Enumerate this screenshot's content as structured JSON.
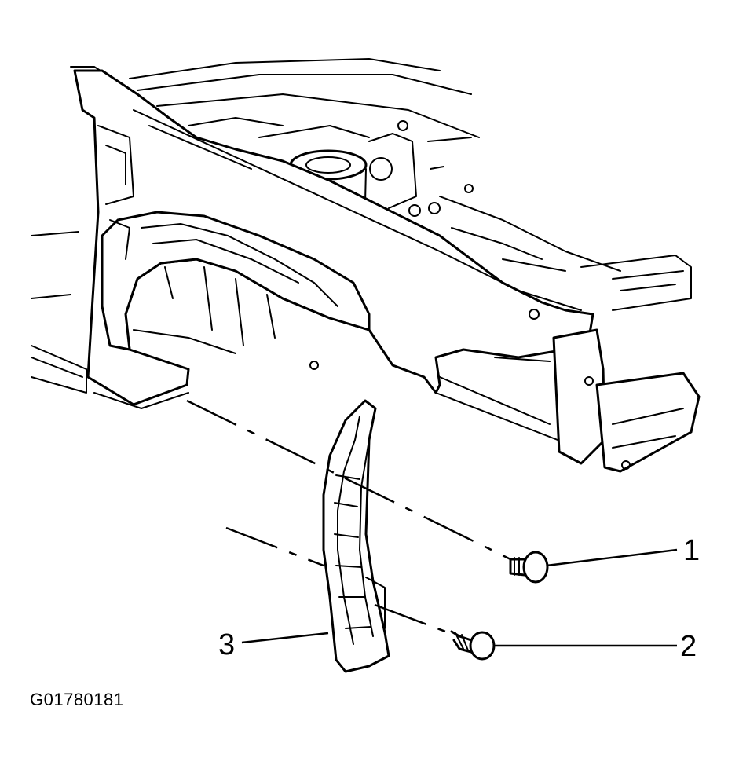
{
  "callouts": {
    "c1": "1",
    "c2": "2",
    "c3": "3"
  },
  "figure_code": "G01780181",
  "parts_icons": {
    "fender": "front-fender",
    "liner": "fender-splash-shield",
    "fastener_1": "push-pin-retainer",
    "fastener_2": "screw"
  }
}
